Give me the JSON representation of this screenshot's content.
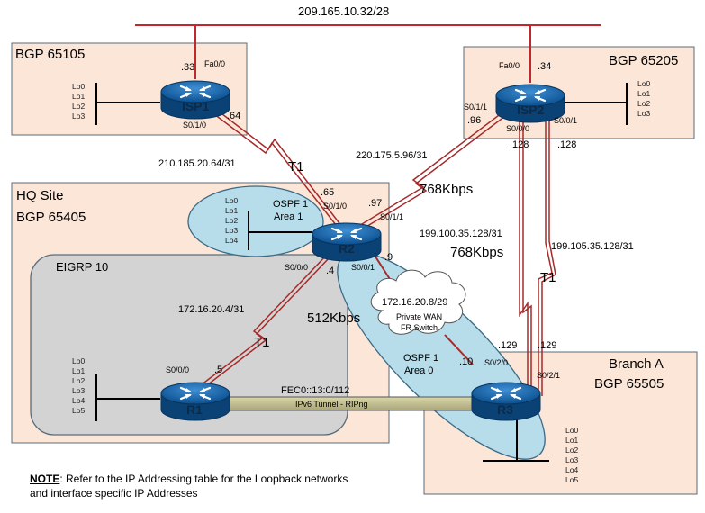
{
  "top_network": "209.165.10.32/28",
  "areas": {
    "isp1": "BGP 65105",
    "isp2": "BGP 65205",
    "hq_line1": "HQ Site",
    "hq_line2": "BGP 65405",
    "eigrp": "EIGRP 10",
    "branch_line1": "Branch A",
    "branch_line2": "BGP 65505",
    "ospf1_line1": "OSPF 1",
    "ospf1_line2": "Area 1",
    "ospf0_line1": "OSPF 1",
    "ospf0_line2": "Area 0",
    "cloud_net": "172.16.20.8/29",
    "cloud_line1": "Private WAN",
    "cloud_line2": "FR Switch"
  },
  "routers": {
    "isp1": "ISP1",
    "isp2": "ISP2",
    "r1": "R1",
    "r2": "R2",
    "r3": "R3"
  },
  "loopbacks": {
    "isp1": [
      "Lo0",
      "Lo1",
      "Lo2",
      "Lo3"
    ],
    "isp2": [
      "Lo0",
      "Lo1",
      "Lo2",
      "Lo3"
    ],
    "r2": [
      "Lo0",
      "Lo1",
      "Lo2",
      "Lo3",
      "Lo4"
    ],
    "r1": [
      "Lo0",
      "Lo1",
      "Lo2",
      "Lo3",
      "Lo4",
      "Lo5"
    ],
    "r3": [
      "Lo0",
      "Lo1",
      "Lo2",
      "Lo3",
      "Lo4",
      "Lo5"
    ]
  },
  "links": {
    "isp1_r2_net": "210.185.20.64/31",
    "isp1_r2_type": "T1",
    "isp2_r2_net": "220.175.5.96/31",
    "isp2_r2_speed": "768Kbps",
    "isp2_r3a_net": "199.100.35.128/31",
    "isp2_r3a_speed": "768Kbps",
    "isp2_r3b_net": "199.105.35.128/31",
    "isp2_r3b_type": "T1",
    "r1_r2_net": "172.16.20.4/31",
    "r1_r2_type": "T1",
    "r2_frame_speed": "512Kbps",
    "tunnel_net": "FEC0::13:0/112",
    "tunnel_label": "IPv6 Tunnel - RIPng"
  },
  "interfaces": {
    "isp1_fa": "Fa0/0",
    "isp1_fa_ip": ".33",
    "isp1_s": "S0/1/0",
    "isp1_s_ip": ".64",
    "isp2_fa": "Fa0/0",
    "isp2_fa_ip": ".34",
    "isp2_s011": "S0/1/1",
    "isp2_s011_ip": ".96",
    "isp2_s000": "S0/0/0",
    "isp2_s000_ip": ".128",
    "isp2_s001": "S0/0/1",
    "isp2_s001_ip": ".128",
    "r2_s010_ip": ".65",
    "r2_s010": "S0/1/0",
    "r2_s011_ip": ".97",
    "r2_s011": "S0/1/1",
    "r2_s000": "S0/0/0",
    "r2_s000_ip": ".4",
    "r2_s001": "S0/0/1",
    "r2_s001_ip": ".9",
    "r1_s000": "S0/0/0",
    "r1_s000_ip": ".5",
    "r3_s200_ip": ".10",
    "r3_s200": "S0/2/0",
    "r3_s201": "S0/2/1",
    "r3_a_ip": ".129",
    "r3_b_ip": ".129"
  },
  "note": {
    "bold": "NOTE",
    "text": ": Refer to the IP Addressing table for the Loopback networks",
    "line2": "and interface specific IP Addresses"
  }
}
